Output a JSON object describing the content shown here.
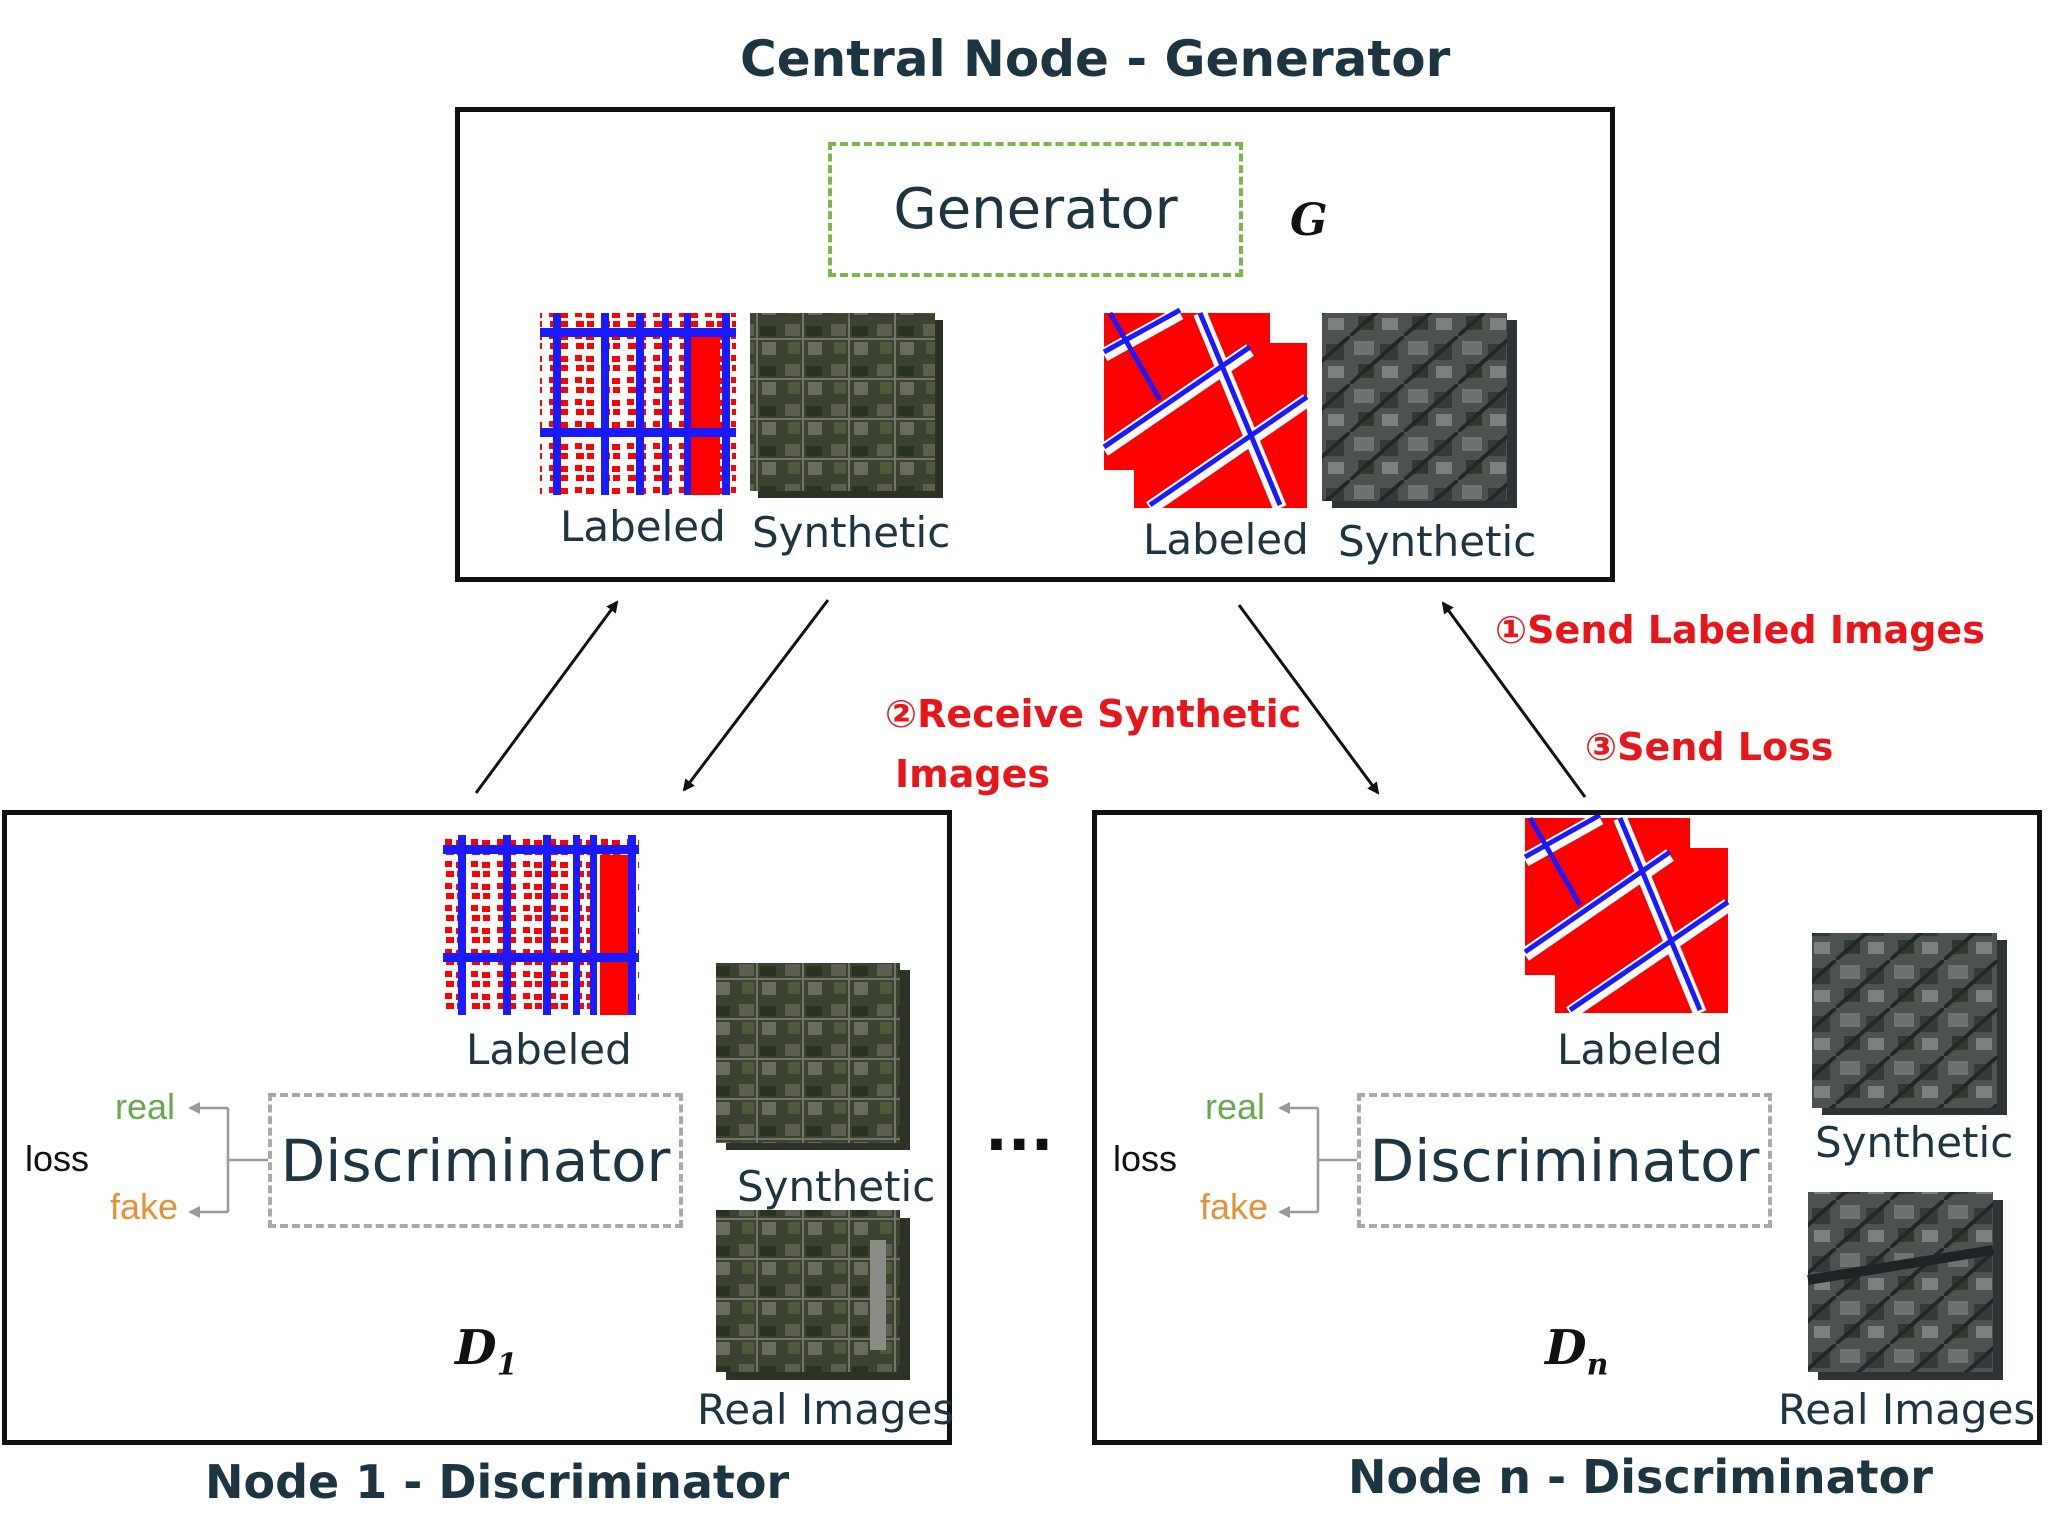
{
  "central": {
    "title": "Central Node - Generator",
    "generator_label": "Generator",
    "symbol": "G",
    "left_pair": {
      "labeled": "Labeled",
      "synthetic": "Synthetic"
    },
    "right_pair": {
      "labeled": "Labeled",
      "synthetic": "Synthetic"
    }
  },
  "steps": {
    "s1": "①Send Labeled Images",
    "s2_line1": "②Receive Synthetic",
    "s2_line2": "Images",
    "s3": "③Send Loss"
  },
  "ellipsis": "···",
  "node1": {
    "title": "Node 1 - Discriminator",
    "labeled": "Labeled",
    "discriminator_label": "Discriminator",
    "synthetic": "Synthetic",
    "real_images": "Real Images",
    "symbol": "D",
    "symbol_sub": "1",
    "loss": "loss",
    "real": "real",
    "fake": "fake"
  },
  "noden": {
    "title": "Node n - Discriminator",
    "labeled": "Labeled",
    "discriminator_label": "Discriminator",
    "synthetic": "Synthetic",
    "real_images": "Real Images",
    "symbol": "D",
    "symbol_sub": "n",
    "loss": "loss",
    "real": "real",
    "fake": "fake"
  },
  "colors": {
    "text_dark": "#1d3540",
    "step_red": "#e8161b",
    "generator_dash": "#7ab648",
    "discriminator_dash": "#a9a9a9",
    "real_green": "#6aa84f",
    "fake_orange": "#e69138",
    "map_red": "#ff0000",
    "map_blue": "#1a1aff"
  }
}
